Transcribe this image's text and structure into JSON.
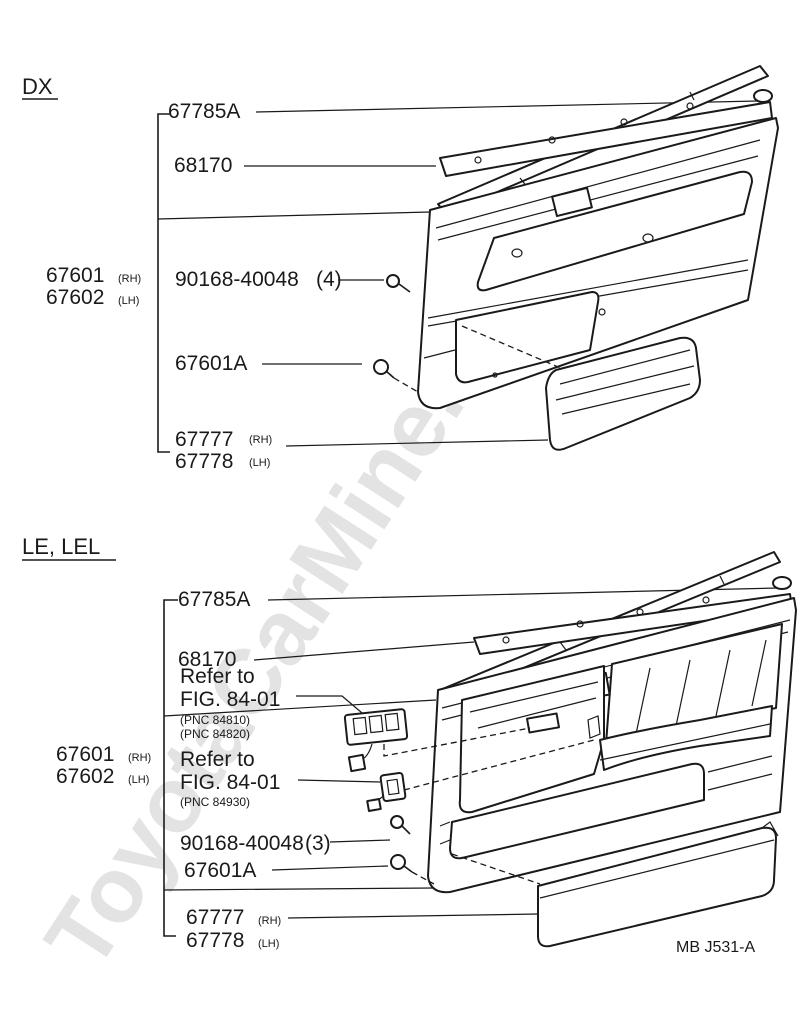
{
  "watermark": "ToyotaCarMine.ru",
  "figure_code": "MB  J531-A",
  "dx": {
    "header": "DX",
    "labels": {
      "p67785A": "67785A",
      "p68170": "68170",
      "p67601": "67601",
      "p67601_side": "(RH)",
      "p67602": "67602",
      "p67602_side": "(LH)",
      "p90168": "90168-40048",
      "p90168_qty": "(4)",
      "p67601A": "67601A",
      "p67777": "67777",
      "p67777_side": "(RH)",
      "p67778": "67778",
      "p67778_side": "(LH)"
    }
  },
  "le": {
    "header": "LE, LEL",
    "labels": {
      "p67785A": "67785A",
      "p68170": "68170",
      "ref1_line1": "Refer to",
      "ref1_line2": "FIG. 84-01",
      "ref1_pnc1": "(PNC 84810)",
      "ref1_pnc2": "(PNC 84820)",
      "ref2_line1": "Refer to",
      "ref2_line2": "FIG. 84-01",
      "ref2_pnc": "(PNC 84930)",
      "p67601": "67601",
      "p67601_side": "(RH)",
      "p67602": "67602",
      "p67602_side": "(LH)",
      "p90168": "90168-40048",
      "p90168_qty": "(3)",
      "p67601A": "67601A",
      "p67777": "67777",
      "p67777_side": "(RH)",
      "p67778": "67778",
      "p67778_side": "(LH)"
    }
  }
}
